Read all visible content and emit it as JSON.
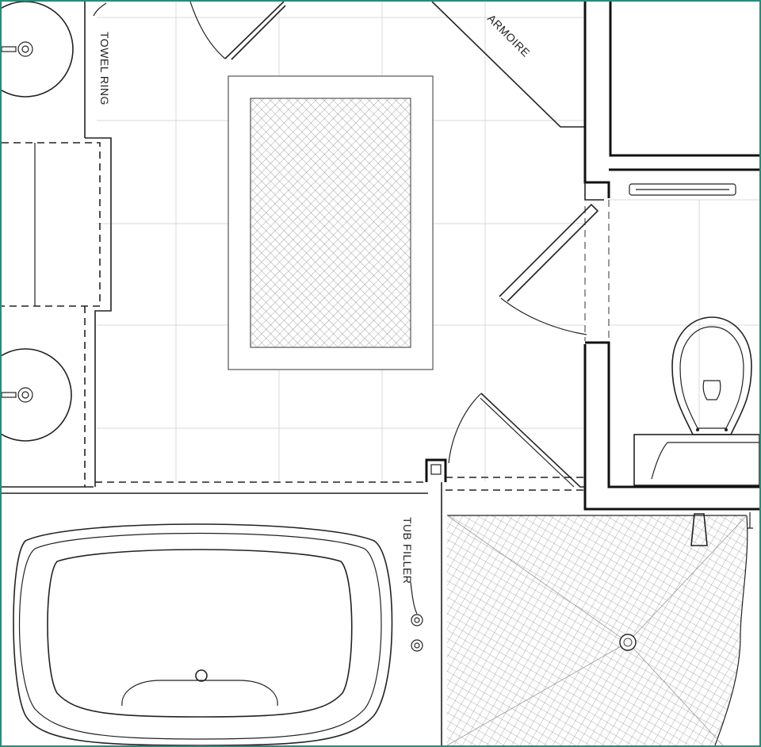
{
  "labels": {
    "towel_ring": "TOWEL RING",
    "armoire": "ARMOIRE",
    "tub_filler": "TUB FILLER"
  },
  "colors": {
    "frame": "#2a8a78",
    "line": "#222222",
    "grid": "#d9d9d9"
  },
  "icons": [
    "sink-icon",
    "toilet-icon",
    "bathtub-icon",
    "drain-icon",
    "door-swing-icon",
    "rug-icon",
    "shower-icon"
  ]
}
